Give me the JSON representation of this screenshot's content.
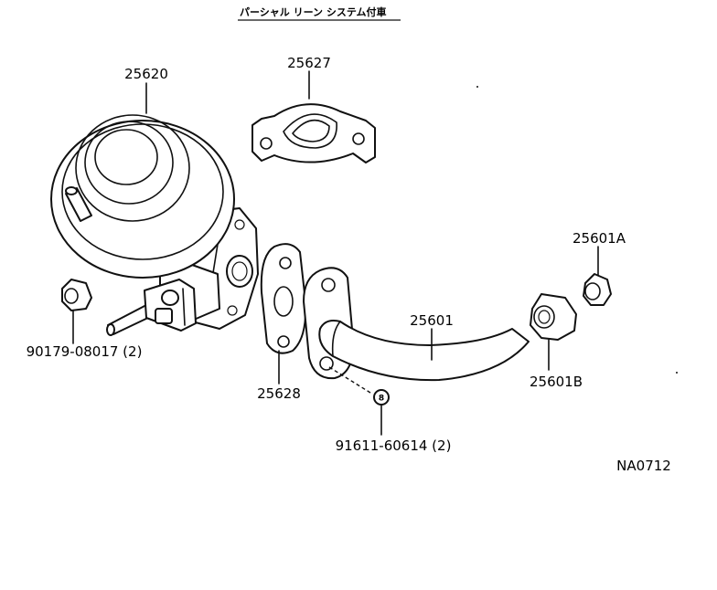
{
  "title": "パーシャル リーン システム付車",
  "diagram_code": "NA0712",
  "part_labels": {
    "egr_valve": "25620",
    "gasket_top": "25627",
    "gasket_side": "25628",
    "egr_pipe": "25601",
    "union_nut": "25601A",
    "pipe_fitting": "25601B",
    "nut": "90179-08017 (2)",
    "bolt": "91611-60614 (2)"
  },
  "bolt_marker": "8",
  "colors": {
    "ink": "#111111",
    "paper": "#ffffff"
  }
}
